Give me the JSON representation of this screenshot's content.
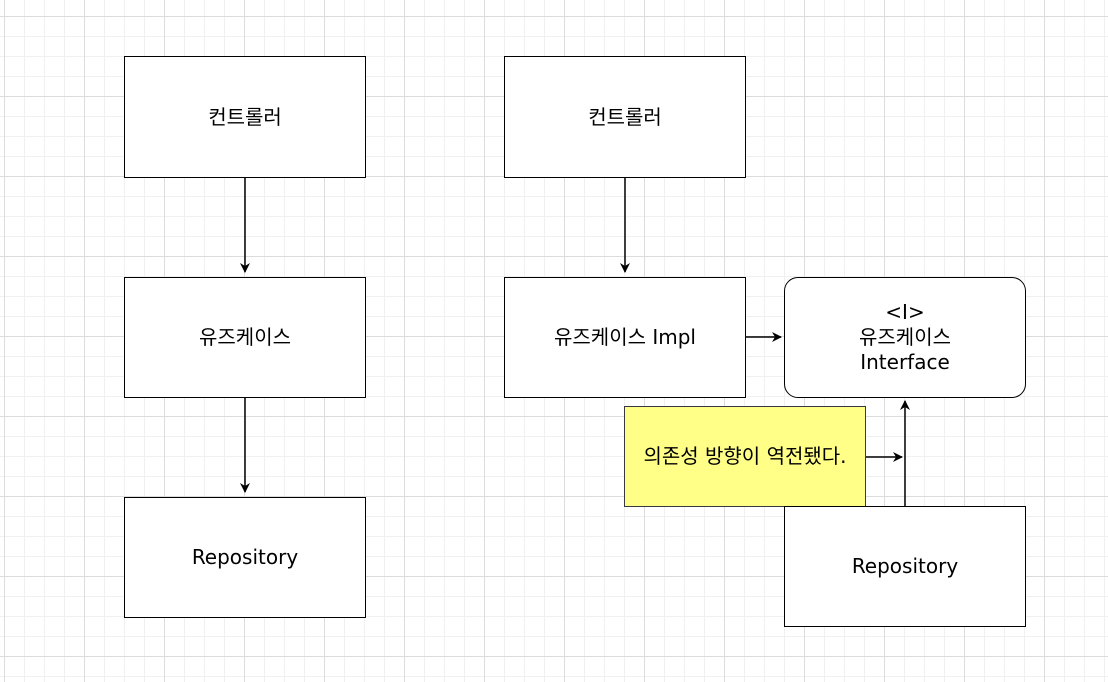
{
  "left": {
    "controller": "컨트롤러",
    "usecase": "유즈케이스",
    "repository": "Repository"
  },
  "right": {
    "controller": "컨트롤러",
    "usecase_impl": "유즈케이스 Impl",
    "usecase_interface": {
      "stereotype": "<I>",
      "name": "유즈케이스",
      "suffix": "Interface"
    },
    "repository": "Repository",
    "note": "의존성 방향이 역전됐다."
  },
  "colors": {
    "note_fill": "#ffff88",
    "stroke": "#000000",
    "grid": "#dcdcdc"
  }
}
